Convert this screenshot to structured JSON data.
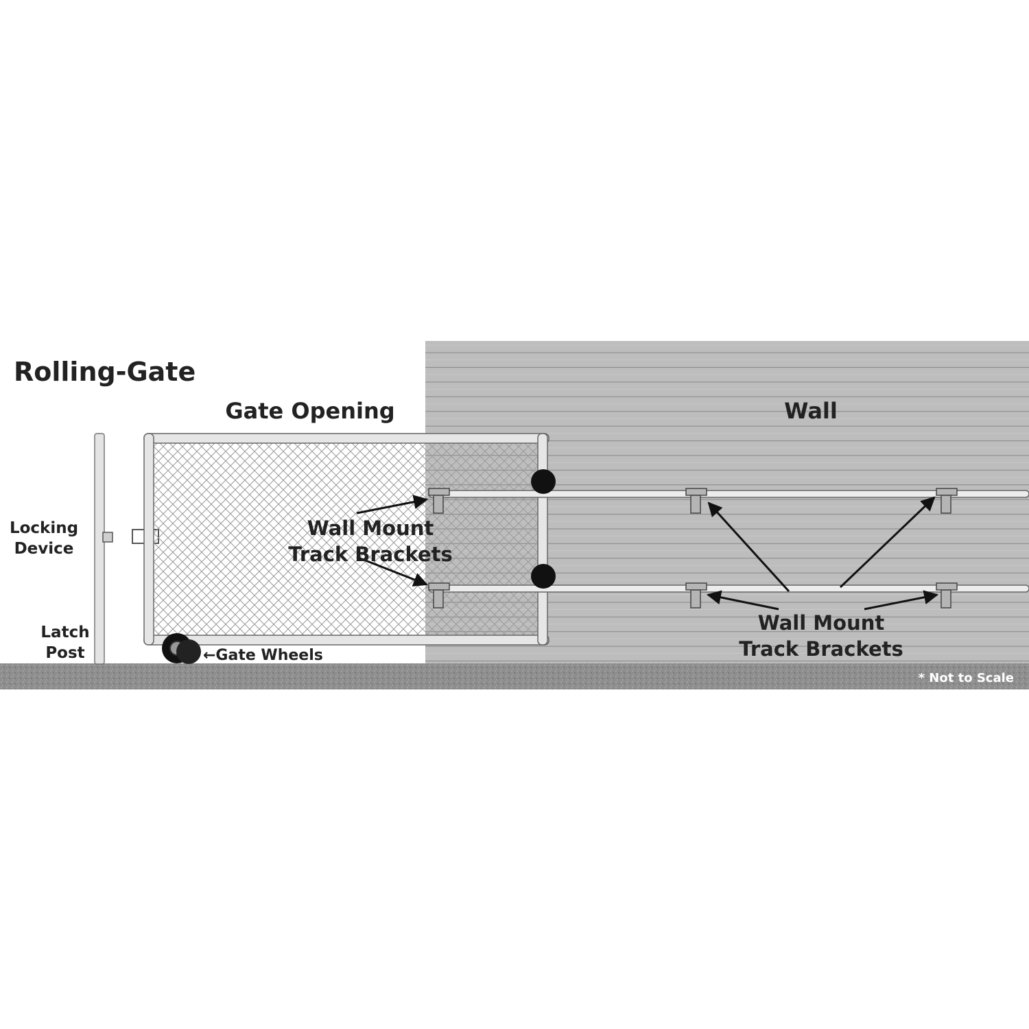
{
  "title": "Rolling-Gate",
  "labels": {
    "gate_opening": "Gate Opening",
    "wall": "Wall",
    "locking_device_line1": "Locking",
    "locking_device_line2": "Device",
    "latch_post_line1": "Latch",
    "latch_post_line2": "Post",
    "gate_wheels": "←Gate Wheels",
    "brackets_left_line1": "Wall Mount",
    "brackets_left_line2": "Track Brackets",
    "brackets_right_line1": "Wall Mount",
    "brackets_right_line2": "Track Brackets",
    "not_to_scale": "* Not to Scale"
  },
  "colors": {
    "wall": "#b8b8b8",
    "ground": "#8e8e8e",
    "text": "#222222",
    "pipe": "#e0e0e0"
  }
}
